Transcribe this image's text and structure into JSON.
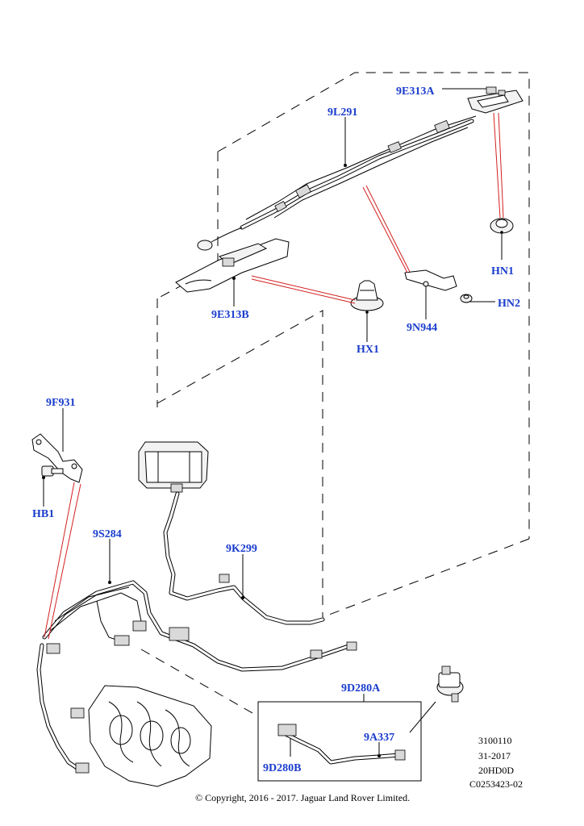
{
  "callouts": {
    "c_9e313a": "9E313A",
    "c_9l291": "9L291",
    "c_hn1": "HN1",
    "c_hn2": "HN2",
    "c_9n944": "9N944",
    "c_9e313b": "9E313B",
    "c_hx1": "HX1",
    "c_9f931": "9F931",
    "c_hb1": "HB1",
    "c_9s284": "9S284",
    "c_9k299": "9K299",
    "c_9d280a": "9D280A",
    "c_9a337": "9A337",
    "c_9d280b": "9D280B"
  },
  "reference": {
    "line1": "3100110",
    "line2": "31-2017",
    "line3": "20HD0D",
    "line4": "C0253423-02"
  },
  "copyright": "© Copyright, 2016 - 2017. Jaguar Land Rover Limited.",
  "colors": {
    "callout_text": "#1a3ccc",
    "highlight_leaders": "#d42020"
  }
}
